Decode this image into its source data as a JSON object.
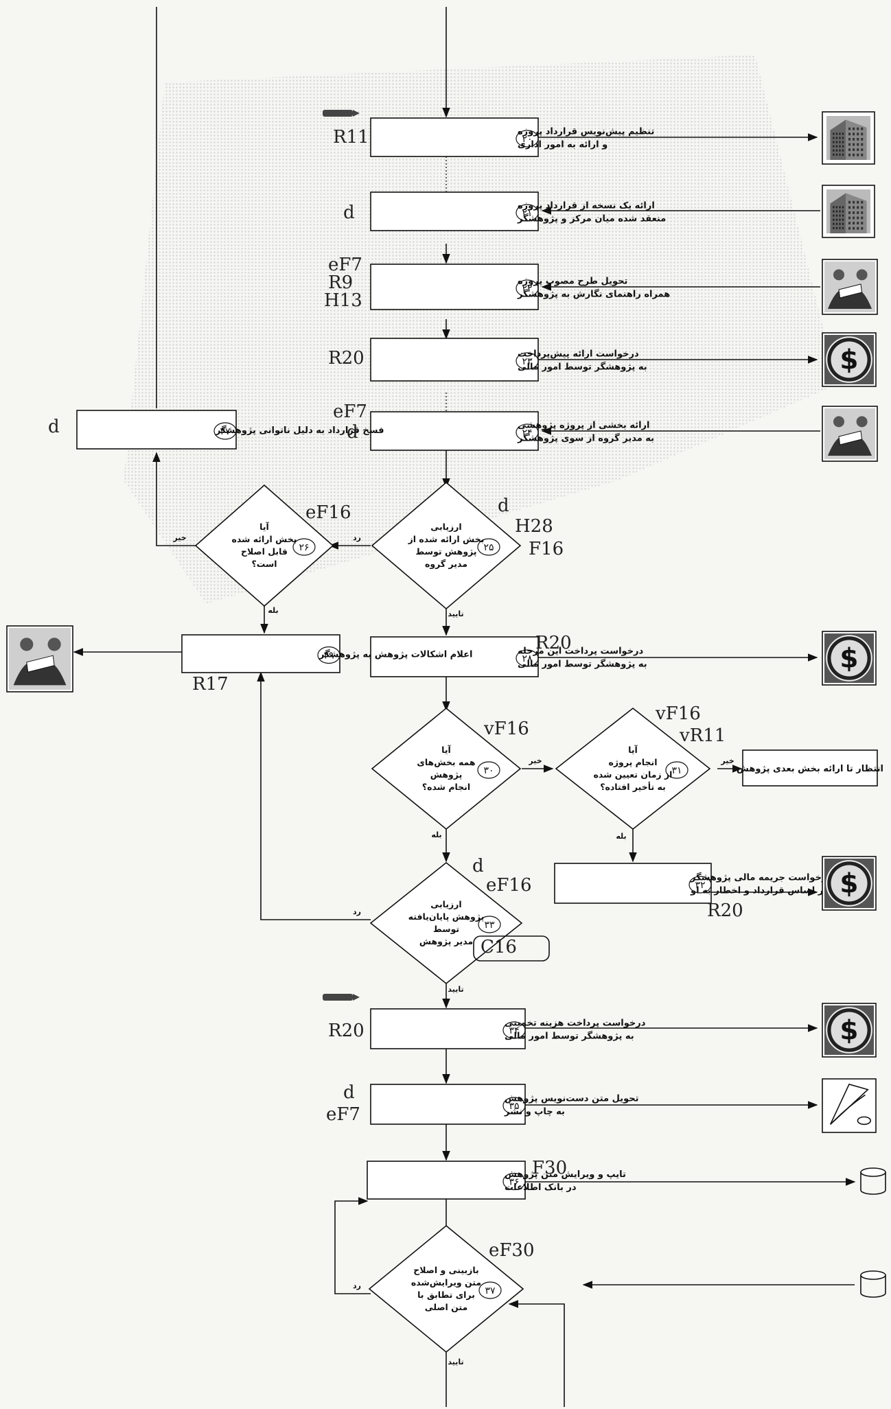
{
  "boxes": [
    {
      "id": "b20",
      "num": "۲۰",
      "lines": [
        "تنظیم پیش‌نویس قرارداد پروژه",
        "و ارائه به امور اداری"
      ],
      "notes": [
        "R11"
      ]
    },
    {
      "id": "b21",
      "num": "۲۱",
      "lines": [
        "ارائه یک نسخه از قرارداد پروژه",
        "منعقد شده میان مرکز و پژوهشگر"
      ],
      "notes": [
        "d"
      ]
    },
    {
      "id": "b22",
      "num": "۲۲",
      "lines": [
        "تحویل طرح مصوب پروژه",
        "همراه راهنمای نگارش به پژوهشگر"
      ],
      "notes": [
        "eF7",
        "R9",
        "H13"
      ]
    },
    {
      "id": "b23",
      "num": "۲۳",
      "lines": [
        "درخواست ارائه پیش‌پرداخت",
        "به پژوهشگر توسط امور مالی"
      ],
      "notes": [
        "R20"
      ]
    },
    {
      "id": "b24",
      "num": "۲۴",
      "lines": [
        "ارائه بخشی از پروژه پژوهشی",
        "به مدیر گروه از سوی پژوهشگر"
      ],
      "notes": [
        "eF7",
        "d"
      ]
    },
    {
      "id": "b27",
      "num": "۲۷",
      "lines": [
        "فسخ قرارداد به دلیل ناتوانی پژوهشگر"
      ],
      "notes": [
        "d"
      ]
    },
    {
      "id": "b28",
      "num": "۲۸",
      "lines": [
        "درخواست پرداخت این مرحله",
        "به پژوهشگر توسط امور مالی"
      ],
      "notes": [
        "R20"
      ]
    },
    {
      "id": "b29",
      "num": "۲۹",
      "lines": [
        "اعلام اشکالات پژوهش به پژوهشگر"
      ],
      "notes": [
        "R17"
      ]
    },
    {
      "id": "bwait",
      "num": "",
      "lines": [
        "انتظار تا ارائه بخش بعدی پژوهش"
      ],
      "notes": []
    },
    {
      "id": "b32",
      "num": "۳۲",
      "lines": [
        "درخواست جریمه مالی پژوهشگر",
        "بر اساس قرارداد و اخطار به او"
      ],
      "notes": [
        "R20"
      ]
    },
    {
      "id": "b34",
      "num": "۳۴",
      "lines": [
        "درخواست پرداخت هزینه تخمینی",
        "به پژوهشگر توسط امور مالی"
      ],
      "notes": [
        "R20"
      ]
    },
    {
      "id": "b35",
      "num": "۳۵",
      "lines": [
        "تحویل متن دست‌نویس پژوهش",
        "به چاپ و نشر"
      ],
      "notes": [
        "d",
        "eF7"
      ]
    },
    {
      "id": "b36",
      "num": "۳۶",
      "lines": [
        "تایپ و ویرایش متن پژوهش",
        "در بانک اطلاعات"
      ],
      "notes": [
        "F30"
      ]
    }
  ],
  "diamonds": [
    {
      "id": "d25",
      "num": "۲۵",
      "lines": [
        "ارزیابی",
        "بخش ارائه شده از",
        "پژوهش توسط",
        "مدیر گروه"
      ],
      "notes": [
        "d",
        "H28",
        "F16"
      ]
    },
    {
      "id": "d26",
      "num": "۲۶",
      "lines": [
        "آیا",
        "بخش ارائه شده",
        "قابل اصلاح",
        "است؟"
      ],
      "notes": [
        "eF16"
      ]
    },
    {
      "id": "d30",
      "num": "۳۰",
      "lines": [
        "آیا",
        "همه بخش‌های",
        "پژوهش",
        "انجام شده؟"
      ],
      "notes": [
        "vF16"
      ]
    },
    {
      "id": "d31",
      "num": "۳۱",
      "lines": [
        "آیا",
        "انجام پروژه",
        "از زمان تعیین شده",
        "به تأخیر افتاده؟"
      ],
      "notes": [
        "vF16",
        "vR11"
      ]
    },
    {
      "id": "d33",
      "num": "۳۳",
      "lines": [
        "ارزیابی",
        "پژوهش پایان‌یافته",
        "توسط",
        "مدیر پژوهش"
      ],
      "notes": [
        "d",
        "eF16",
        "C16"
      ]
    },
    {
      "id": "d37",
      "num": "۳۷",
      "lines": [
        "بازبینی و اصلاح",
        "متن ویرایش‌شده",
        "برای تطابق با",
        "متن اصلی"
      ],
      "notes": [
        "eF30"
      ]
    }
  ],
  "edge_labels": {
    "no": "خیر",
    "yes": "بله",
    "reject": "رد",
    "approve": "تایید"
  },
  "actors": [
    {
      "id": "a20",
      "icon": "building-icon"
    },
    {
      "id": "a21",
      "icon": "building-icon"
    },
    {
      "id": "a22",
      "icon": "researcher-icon"
    },
    {
      "id": "a23",
      "icon": "finance-dollar-icon"
    },
    {
      "id": "a24",
      "icon": "researcher-icon"
    },
    {
      "id": "a29",
      "icon": "researcher-icon"
    },
    {
      "id": "a28",
      "icon": "finance-dollar-icon"
    },
    {
      "id": "a32",
      "icon": "finance-dollar-icon"
    },
    {
      "id": "a34",
      "icon": "finance-dollar-icon"
    },
    {
      "id": "a35",
      "icon": "print-publish-icon"
    },
    {
      "id": "a36",
      "icon": "database-icon"
    },
    {
      "id": "a37",
      "icon": "database-icon"
    }
  ],
  "colors": {
    "ink": "#111111",
    "paper": "#f6f6f3",
    "shade": "#c8c8c4"
  }
}
